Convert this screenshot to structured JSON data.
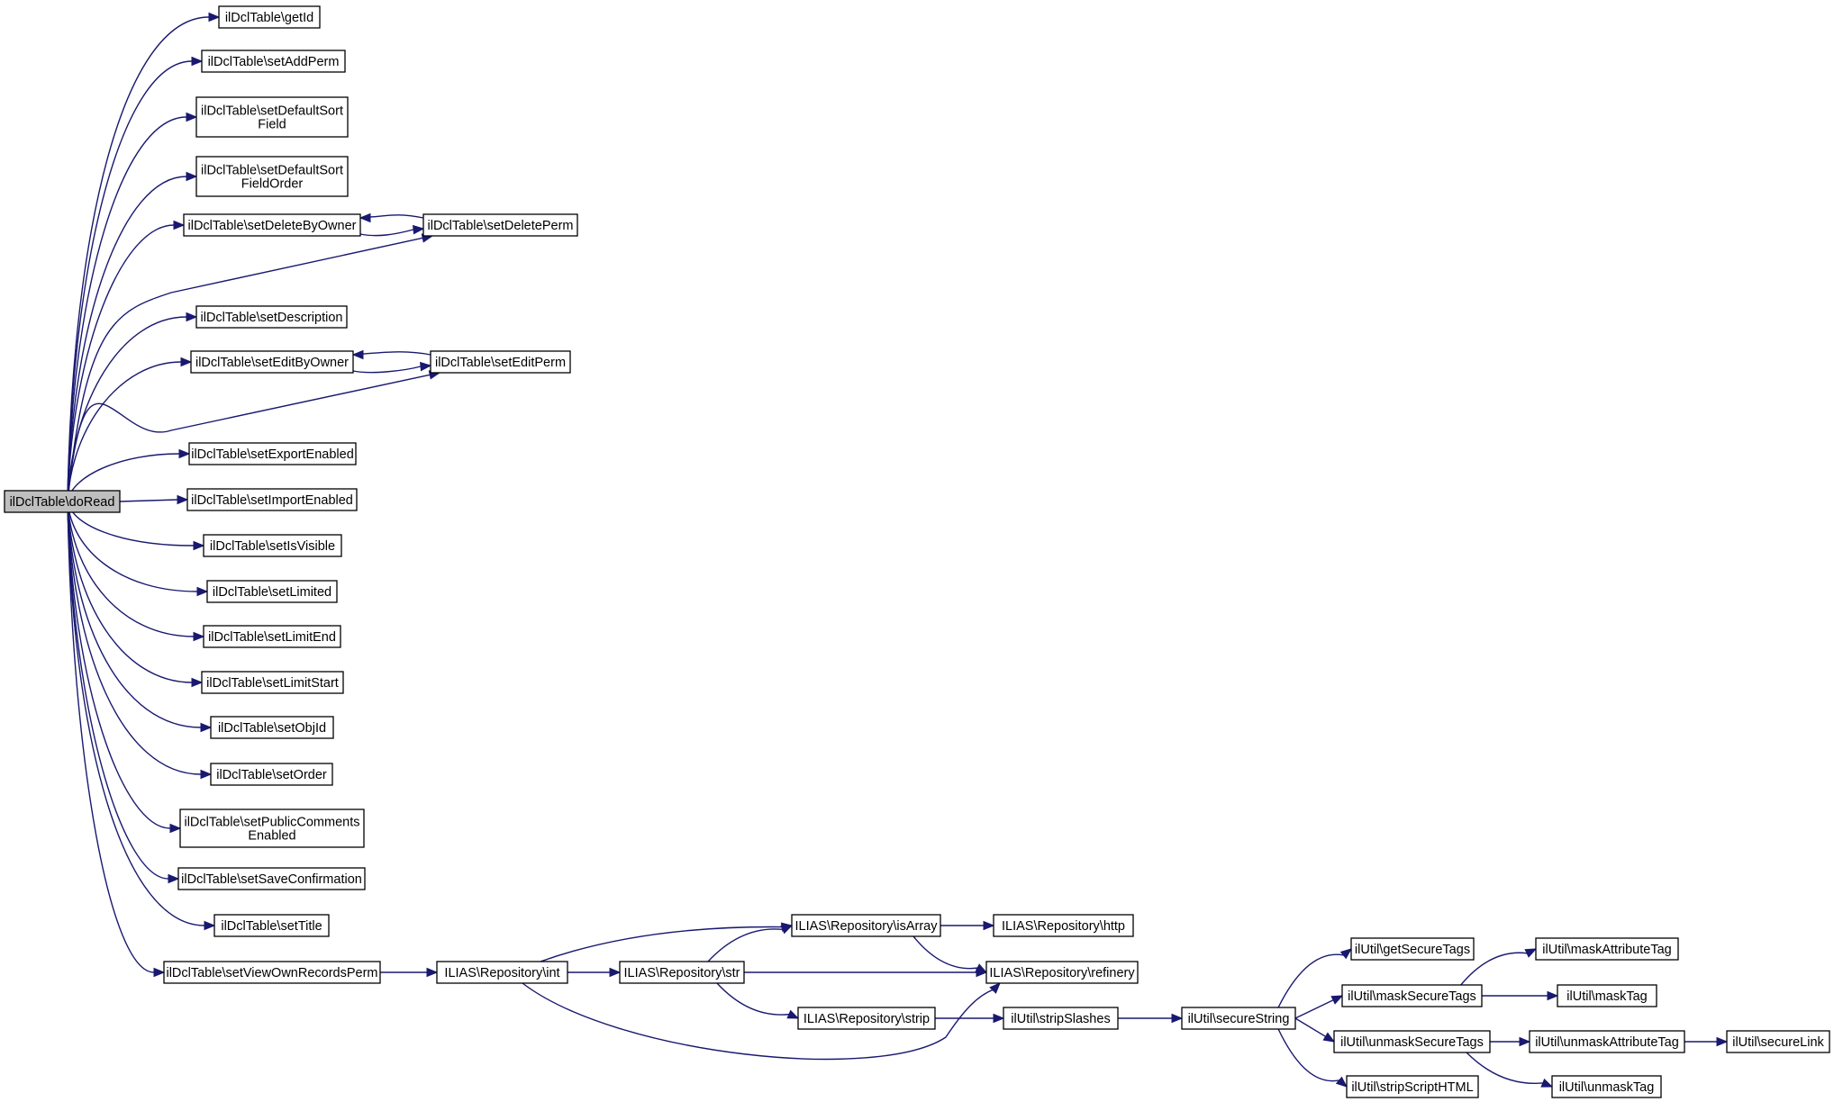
{
  "diagram": {
    "type": "doxygen-call-graph",
    "root": "doRead",
    "nodes": [
      {
        "id": "doRead",
        "lines": [
          "ilDclTable\\doRead"
        ],
        "root": true
      },
      {
        "id": "getId",
        "lines": [
          "ilDclTable\\getId"
        ]
      },
      {
        "id": "setAddPerm",
        "lines": [
          "ilDclTable\\setAddPerm"
        ]
      },
      {
        "id": "setDefaultSortField",
        "lines": [
          "ilDclTable\\setDefaultSort",
          "Field"
        ]
      },
      {
        "id": "setDefaultSortFieldOrder",
        "lines": [
          "ilDclTable\\setDefaultSort",
          "FieldOrder"
        ]
      },
      {
        "id": "setDeleteByOwner",
        "lines": [
          "ilDclTable\\setDeleteByOwner"
        ]
      },
      {
        "id": "setDeletePerm",
        "lines": [
          "ilDclTable\\setDeletePerm"
        ]
      },
      {
        "id": "setDescription",
        "lines": [
          "ilDclTable\\setDescription"
        ]
      },
      {
        "id": "setEditByOwner",
        "lines": [
          "ilDclTable\\setEditByOwner"
        ]
      },
      {
        "id": "setEditPerm",
        "lines": [
          "ilDclTable\\setEditPerm"
        ]
      },
      {
        "id": "setExportEnabled",
        "lines": [
          "ilDclTable\\setExportEnabled"
        ]
      },
      {
        "id": "setImportEnabled",
        "lines": [
          "ilDclTable\\setImportEnabled"
        ]
      },
      {
        "id": "setIsVisible",
        "lines": [
          "ilDclTable\\setIsVisible"
        ]
      },
      {
        "id": "setLimited",
        "lines": [
          "ilDclTable\\setLimited"
        ]
      },
      {
        "id": "setLimitEnd",
        "lines": [
          "ilDclTable\\setLimitEnd"
        ]
      },
      {
        "id": "setLimitStart",
        "lines": [
          "ilDclTable\\setLimitStart"
        ]
      },
      {
        "id": "setObjId",
        "lines": [
          "ilDclTable\\setObjId"
        ]
      },
      {
        "id": "setOrder",
        "lines": [
          "ilDclTable\\setOrder"
        ]
      },
      {
        "id": "setPublicCommentsEnabled",
        "lines": [
          "ilDclTable\\setPublicComments",
          "Enabled"
        ]
      },
      {
        "id": "setSaveConfirmation",
        "lines": [
          "ilDclTable\\setSaveConfirmation"
        ]
      },
      {
        "id": "setTitle",
        "lines": [
          "ilDclTable\\setTitle"
        ]
      },
      {
        "id": "setViewOwnRecordsPerm",
        "lines": [
          "ilDclTable\\setViewOwnRecordsPerm"
        ]
      },
      {
        "id": "repoInt",
        "lines": [
          "ILIAS\\Repository\\int"
        ]
      },
      {
        "id": "repoStr",
        "lines": [
          "ILIAS\\Repository\\str"
        ]
      },
      {
        "id": "repoIsArray",
        "lines": [
          "ILIAS\\Repository\\isArray"
        ]
      },
      {
        "id": "repoHttp",
        "lines": [
          "ILIAS\\Repository\\http"
        ]
      },
      {
        "id": "repoRefinery",
        "lines": [
          "ILIAS\\Repository\\refinery"
        ]
      },
      {
        "id": "repoStrip",
        "lines": [
          "ILIAS\\Repository\\strip"
        ]
      },
      {
        "id": "stripSlashes",
        "lines": [
          "ilUtil\\stripSlashes"
        ]
      },
      {
        "id": "secureString",
        "lines": [
          "ilUtil\\secureString"
        ]
      },
      {
        "id": "getSecureTags",
        "lines": [
          "ilUtil\\getSecureTags"
        ]
      },
      {
        "id": "maskSecureTags",
        "lines": [
          "ilUtil\\maskSecureTags"
        ]
      },
      {
        "id": "unmaskSecureTags",
        "lines": [
          "ilUtil\\unmaskSecureTags"
        ]
      },
      {
        "id": "stripScriptHTML",
        "lines": [
          "ilUtil\\stripScriptHTML"
        ]
      },
      {
        "id": "maskAttributeTag",
        "lines": [
          "ilUtil\\maskAttributeTag"
        ]
      },
      {
        "id": "maskTag",
        "lines": [
          "ilUtil\\maskTag"
        ]
      },
      {
        "id": "unmaskAttributeTag",
        "lines": [
          "ilUtil\\unmaskAttributeTag"
        ]
      },
      {
        "id": "unmaskTag",
        "lines": [
          "ilUtil\\unmaskTag"
        ]
      },
      {
        "id": "secureLink",
        "lines": [
          "ilUtil\\secureLink"
        ]
      }
    ],
    "edges": [
      {
        "from": "doRead",
        "to": "getId"
      },
      {
        "from": "doRead",
        "to": "setAddPerm"
      },
      {
        "from": "doRead",
        "to": "setDefaultSortField"
      },
      {
        "from": "doRead",
        "to": "setDefaultSortFieldOrder"
      },
      {
        "from": "doRead",
        "to": "setDeleteByOwner"
      },
      {
        "from": "doRead",
        "to": "setDeletePerm"
      },
      {
        "from": "doRead",
        "to": "setDescription"
      },
      {
        "from": "doRead",
        "to": "setEditByOwner"
      },
      {
        "from": "doRead",
        "to": "setEditPerm"
      },
      {
        "from": "doRead",
        "to": "setExportEnabled"
      },
      {
        "from": "doRead",
        "to": "setImportEnabled"
      },
      {
        "from": "doRead",
        "to": "setIsVisible"
      },
      {
        "from": "doRead",
        "to": "setLimited"
      },
      {
        "from": "doRead",
        "to": "setLimitEnd"
      },
      {
        "from": "doRead",
        "to": "setLimitStart"
      },
      {
        "from": "doRead",
        "to": "setObjId"
      },
      {
        "from": "doRead",
        "to": "setOrder"
      },
      {
        "from": "doRead",
        "to": "setPublicCommentsEnabled"
      },
      {
        "from": "doRead",
        "to": "setSaveConfirmation"
      },
      {
        "from": "doRead",
        "to": "setTitle"
      },
      {
        "from": "doRead",
        "to": "setViewOwnRecordsPerm"
      },
      {
        "from": "setDeleteByOwner",
        "to": "setDeletePerm"
      },
      {
        "from": "setDeletePerm",
        "to": "setDeleteByOwner"
      },
      {
        "from": "setEditByOwner",
        "to": "setEditPerm"
      },
      {
        "from": "setEditPerm",
        "to": "setEditByOwner"
      },
      {
        "from": "setViewOwnRecordsPerm",
        "to": "repoInt"
      },
      {
        "from": "repoInt",
        "to": "repoIsArray"
      },
      {
        "from": "repoInt",
        "to": "repoStr"
      },
      {
        "from": "repoInt",
        "to": "repoRefinery"
      },
      {
        "from": "repoStr",
        "to": "repoIsArray"
      },
      {
        "from": "repoStr",
        "to": "repoRefinery"
      },
      {
        "from": "repoStr",
        "to": "repoStrip"
      },
      {
        "from": "repoIsArray",
        "to": "repoHttp"
      },
      {
        "from": "repoIsArray",
        "to": "repoRefinery"
      },
      {
        "from": "repoStrip",
        "to": "stripSlashes"
      },
      {
        "from": "stripSlashes",
        "to": "secureString"
      },
      {
        "from": "secureString",
        "to": "getSecureTags"
      },
      {
        "from": "secureString",
        "to": "maskSecureTags"
      },
      {
        "from": "secureString",
        "to": "unmaskSecureTags"
      },
      {
        "from": "secureString",
        "to": "stripScriptHTML"
      },
      {
        "from": "maskSecureTags",
        "to": "maskAttributeTag"
      },
      {
        "from": "maskSecureTags",
        "to": "maskTag"
      },
      {
        "from": "unmaskSecureTags",
        "to": "unmaskAttributeTag"
      },
      {
        "from": "unmaskSecureTags",
        "to": "unmaskTag"
      },
      {
        "from": "unmaskAttributeTag",
        "to": "secureLink"
      }
    ]
  },
  "colors": {
    "edge": "#191970",
    "root_fill": "#bfbfbf",
    "node_fill": "#ffffff",
    "node_border": "#000000"
  }
}
